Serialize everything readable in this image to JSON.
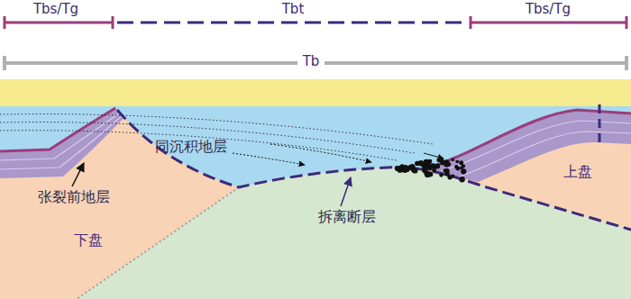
{
  "diagram": {
    "labels": [
      "Tbs/Tg",
      "Tbt",
      "Tbs/Tg",
      "Tb",
      "同沉积地层",
      "张裂前地层",
      "下盘",
      "拆离断层",
      "上盘"
    ]
  }
}
